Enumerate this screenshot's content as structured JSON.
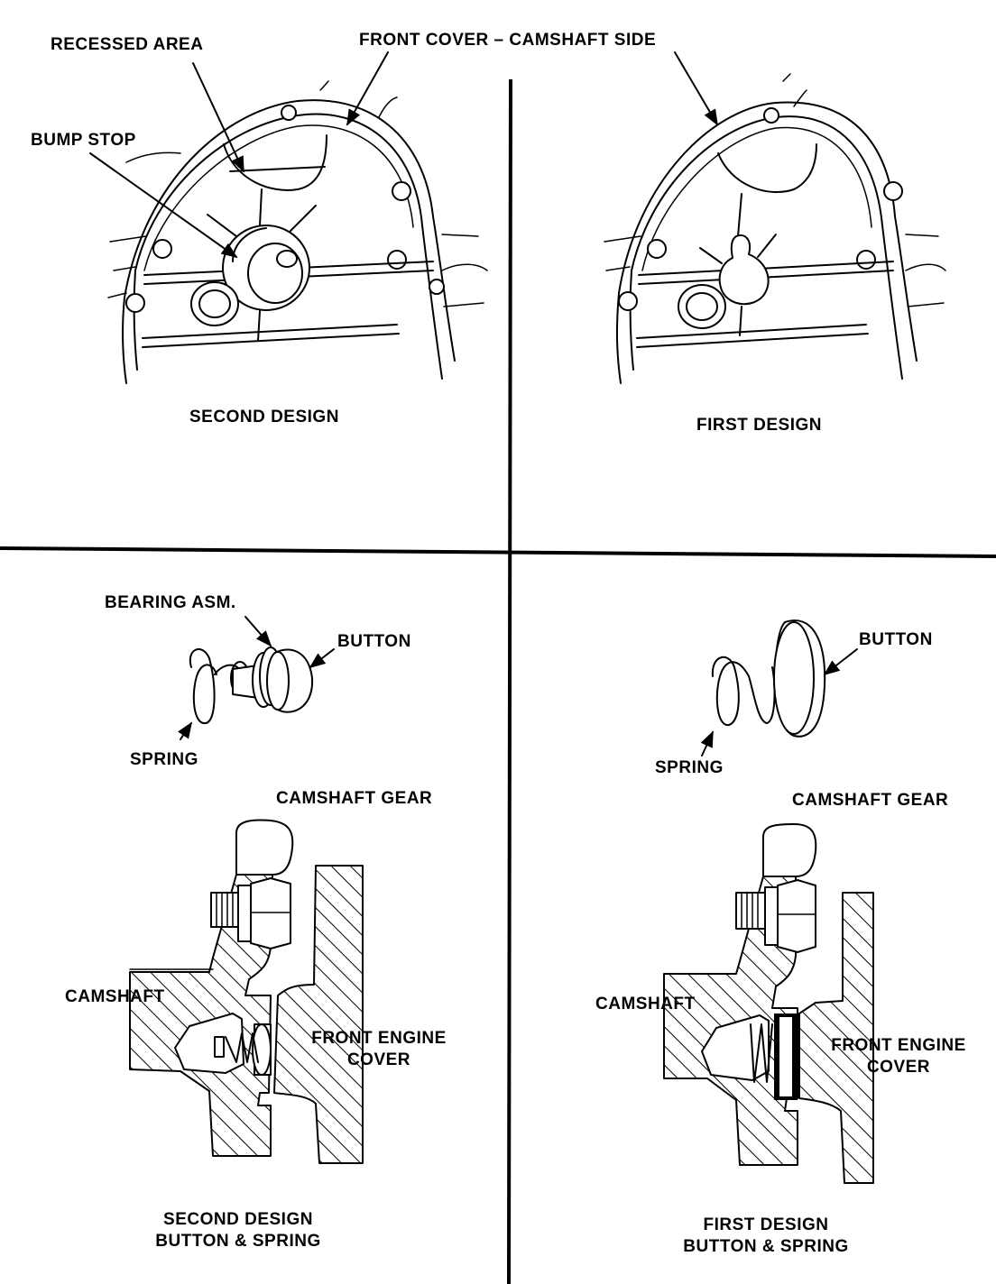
{
  "top": {
    "title": "FRONT COVER – CAMSHAFT SIDE",
    "left_panel": {
      "caption": "SECOND DESIGN",
      "labels": {
        "recessed_area": "RECESSED AREA",
        "bump_stop": "BUMP STOP"
      }
    },
    "right_panel": {
      "caption": "FIRST DESIGN"
    }
  },
  "bottom": {
    "left_panel": {
      "labels": {
        "bearing": "BEARING ASM.",
        "button": "BUTTON",
        "spring": "SPRING"
      },
      "gear_label": "CAMSHAFT GEAR",
      "camshaft_label": "CAMSHAFT",
      "cover_label": [
        "FRONT ENGINE",
        "COVER"
      ],
      "caption": [
        "SECOND DESIGN",
        "BUTTON & SPRING"
      ]
    },
    "right_panel": {
      "labels": {
        "button": "BUTTON",
        "spring": "SPRING"
      },
      "gear_label": "CAMSHAFT GEAR",
      "camshaft_label": "CAMSHAFT",
      "cover_label": [
        "FRONT ENGINE",
        "COVER"
      ],
      "caption": [
        "FIRST DESIGN",
        "BUTTON & SPRING"
      ]
    }
  }
}
